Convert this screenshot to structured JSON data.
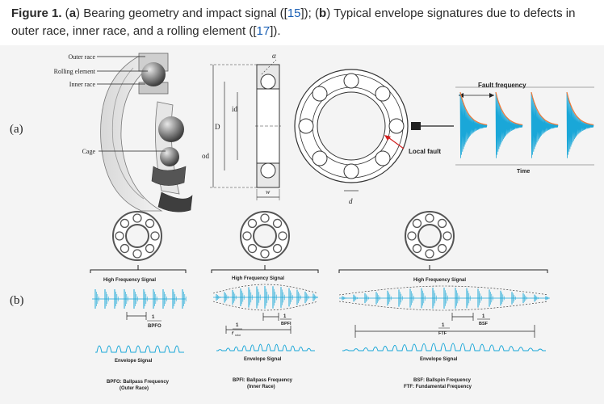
{
  "caption": {
    "figure_label": "Figure 1.",
    "text_1": " (",
    "a": "a",
    "text_2": ") Bearing geometry and impact signal ([",
    "ref_1": "15",
    "text_3": "]); (",
    "b": "b",
    "text_4": ") Typical envelope signatures due to defects in outer race, inner race, and a rolling element ([",
    "ref_2": "17",
    "text_5": "])."
  },
  "panel_a": {
    "label": "(a)",
    "parts": {
      "outer_race": "Outer race",
      "rolling_element": "Rolling element",
      "inner_race": "Inner race",
      "cage": "Cage"
    },
    "dims": {
      "alpha": "α",
      "id": "id",
      "D": "D",
      "od": "od",
      "w": "w",
      "d": "d"
    },
    "local_fault": "Local fault",
    "fault_frequency": "Fault frequency",
    "time": "Time"
  },
  "panel_b": {
    "label": "(b)",
    "outer": {
      "hf": "High Frequency Signal",
      "freq_num": "1",
      "freq_den": "BPFO",
      "env": "Envelope Signal",
      "legend_1": "BPFO: Ballpass Frequency",
      "legend_2": "(Outer Race)"
    },
    "inner": {
      "hf": "High Frequency Signal",
      "freq_num": "1",
      "freq_den": "BPFI",
      "rot_num": "1",
      "rot_den": "f",
      "rot_sub": "rotor",
      "env": "Envelope Signal",
      "legend_1": "BPFI: Ballpass Frequency",
      "legend_2": "(Inner Race)"
    },
    "ball": {
      "hf": "High Frequency Signal",
      "freq_num": "1",
      "freq_den": "BSF",
      "ftf": "FTF",
      "env": "Envelope Signal",
      "legend_1": "BSF: Ballspin Frequency",
      "legend_2": "FTF: Fundamental Frequency"
    }
  },
  "colors": {
    "signal": "#1aa7d8",
    "envelope_outline": "#f07a3a",
    "fault_arrow": "#d11f1f",
    "metal": "#9a9a9a"
  }
}
